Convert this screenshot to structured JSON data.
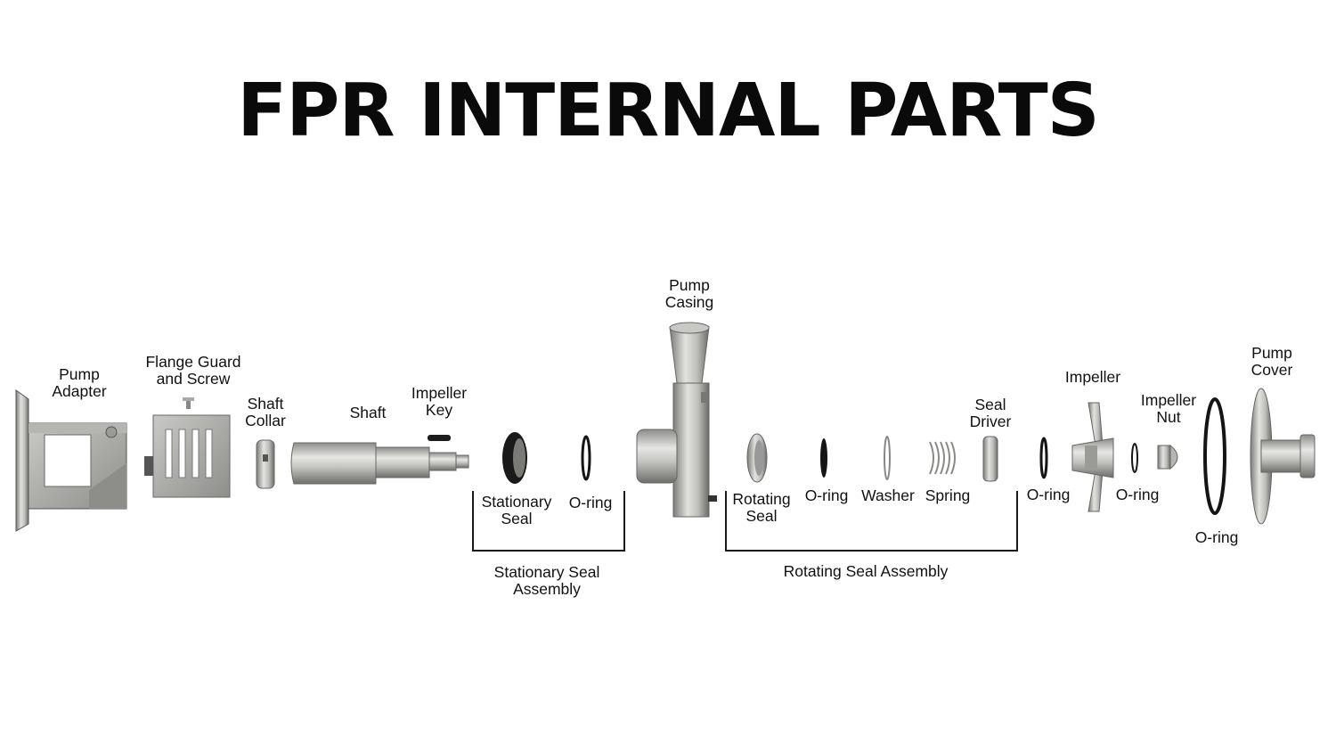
{
  "title": "FPR INTERNAL PARTS",
  "parts": {
    "pump_adapter": [
      "Pump",
      "Adapter"
    ],
    "flange_guard": [
      "Flange Guard",
      "and Screw"
    ],
    "shaft_collar": [
      "Shaft",
      "Collar"
    ],
    "shaft": [
      "Shaft"
    ],
    "impeller_key": [
      "Impeller",
      "Key"
    ],
    "stationary_seal": [
      "Stationary",
      "Seal"
    ],
    "oring_1": [
      "O-ring"
    ],
    "pump_casing": [
      "Pump",
      "Casing"
    ],
    "rotating_seal": [
      "Rotating",
      "Seal"
    ],
    "oring_2": [
      "O-ring"
    ],
    "washer": [
      "Washer"
    ],
    "spring": [
      "Spring"
    ],
    "seal_driver": [
      "Seal",
      "Driver"
    ],
    "oring_3": [
      "O-ring"
    ],
    "impeller": [
      "Impeller"
    ],
    "oring_4": [
      "O-ring"
    ],
    "impeller_nut": [
      "Impeller",
      "Nut"
    ],
    "oring_5": [
      "O-ring"
    ],
    "pump_cover": [
      "Pump",
      "Cover"
    ]
  },
  "groups": {
    "stationary": [
      "Stationary Seal",
      "Assembly"
    ],
    "rotating": [
      "Rotating Seal Assembly"
    ]
  },
  "colors": {
    "metal_light": "#d8d8d6",
    "metal_mid": "#a9a9a6",
    "metal_dark": "#6f6f6c",
    "rubber": "#151515",
    "bracket": "#1a1a1a"
  }
}
